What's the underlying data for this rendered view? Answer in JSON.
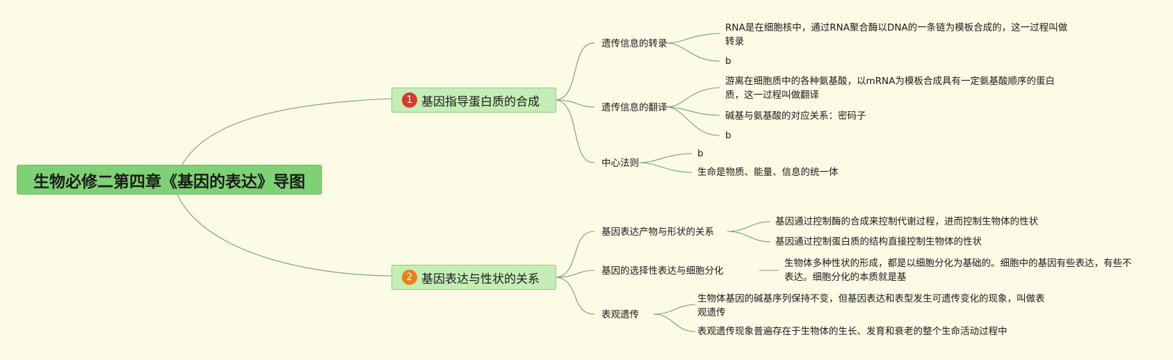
{
  "root": {
    "title": "生物必修二第四章《基因的表达》导图"
  },
  "branches": [
    {
      "badge": "1",
      "label": "基因指导蛋白质的合成",
      "children": [
        {
          "label": "遗传信息的转录",
          "leaves": [
            "RNA是在细胞核中，通过RNA聚合酶以DNA的一条链为模板合成的，这一过程叫做转录",
            "b"
          ]
        },
        {
          "label": "遗传信息的翻译",
          "leaves": [
            "游离在细胞质中的各种氨基酸，以mRNA为模板合成具有一定氨基酸顺序的蛋白质，这一过程叫做翻译",
            "碱基与氨基酸的对应关系：密码子",
            "b"
          ]
        },
        {
          "label": "中心法则",
          "leaves": [
            "b",
            "生命是物质、能量、信息的统一体"
          ]
        }
      ]
    },
    {
      "badge": "2",
      "label": "基因表达与性状的关系",
      "children": [
        {
          "label": "基因表达产物与形状的关系",
          "leaves": [
            "基因通过控制酶的合成来控制代谢过程，进而控制生物体的性状",
            "基因通过控制蛋白质的结构直接控制生物体的性状"
          ]
        },
        {
          "label": "基因的选择性表达与细胞分化",
          "leaves": [
            "生物体多种性状的形成，都是以细胞分化为基础的。细胞中的基因有些表达，有些不表达。细胞分化的本质就是基"
          ]
        },
        {
          "label": "表观遗传",
          "leaves": [
            "生物体基因的碱基序列保持不变，但基因表达和表型发生可遗传变化的现象，叫做表观遗传",
            "表观遗传现象普遍存在于生物体的生长、发育和衰老的整个生命活动过程中"
          ]
        }
      ]
    }
  ]
}
